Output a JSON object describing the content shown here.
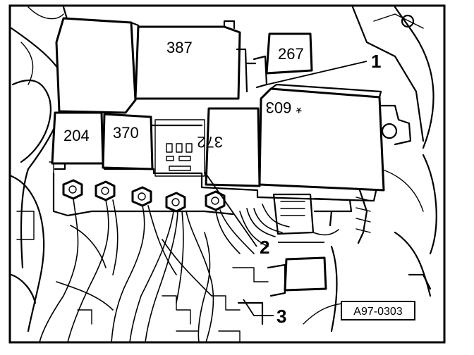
{
  "relays": {
    "r387": "387",
    "r267": "267",
    "r204": "204",
    "r370": "370",
    "r372": "372",
    "r603": "* 603"
  },
  "callouts": {
    "c1": "1",
    "c2": "2",
    "c3": "3"
  },
  "figure_ref": "A97-0303"
}
